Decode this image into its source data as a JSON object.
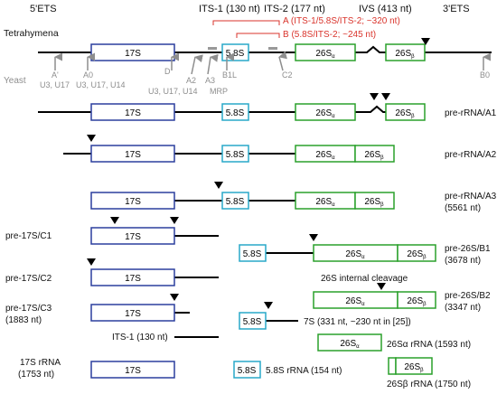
{
  "header": {
    "ets5": "5'ETS",
    "its1": "ITS-1 (130 nt)",
    "its2": "ITS-2 (177 nt)",
    "ivs": "IVS (413 nt)",
    "ets3": "3'ETS"
  },
  "legend": {
    "probe_a": "A (ITS-1/5.8S/ITS-2; ~320 nt)",
    "probe_b": "B (5.8S/ITS-2; ~245 nt)"
  },
  "organisms": {
    "tetrahymena": "Tetrahymena",
    "yeast": "Yeast"
  },
  "sites": {
    "a_prime": "A'",
    "a0": "A0",
    "d": "D",
    "a2": "A2",
    "a3": "A3",
    "b1l": "B1L",
    "c2": "C2",
    "b0": "B0"
  },
  "snorna": {
    "u3_u17": "U3, U17",
    "u3_u17_u14_a": "U3, U17, U14",
    "u3_u17_u14_b": "U3, U17, U14",
    "mrp": "MRP"
  },
  "boxes": {
    "s17": "17S",
    "s58": "5.8S",
    "s26a": "26S",
    "s26b": "26S",
    "sub_a": "α",
    "sub_b": "β"
  },
  "rows": {
    "a1": "pre-rRNA/A1",
    "a2": "pre-rRNA/A2",
    "a3": "pre-rRNA/A3",
    "a3_len": "(5561 nt)",
    "c1": "pre-17S/C1",
    "b1": "pre-26S/B1",
    "b1_len": "(3678 nt)",
    "c2": "pre-17S/C2",
    "internal": "26S internal cleavage",
    "b2": "pre-26S/B2",
    "b2_len": "(3347 nt)",
    "c3": "pre-17S/C3",
    "c3_len": "(1883 nt)",
    "s7": "7S (331 nt, ~230 nt in [25])",
    "its1_frag": "ITS-1 (130 nt)",
    "r26a": "26Sα rRNA (1593 nt)",
    "r17_a": "17S rRNA",
    "r17_b": "(1753 nt)",
    "r58": "5.8S rRNA (154 nt)",
    "r26b": "26Sβ rRNA (1750 nt)"
  },
  "colors": {
    "s17": "#2b3f9e",
    "s58": "#29a9c9",
    "s26": "#2aa02b",
    "probe": "#d9332b",
    "arrow": "#8e8e8e",
    "line": "#000000"
  }
}
